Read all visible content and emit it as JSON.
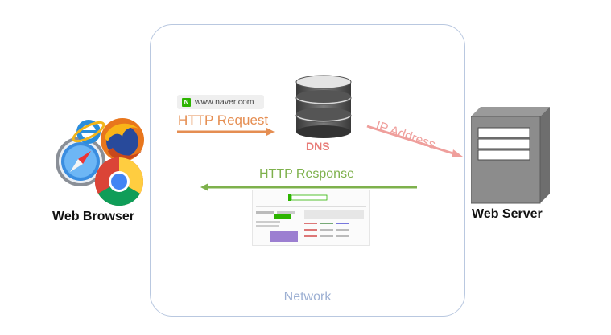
{
  "network": {
    "label": "Network",
    "border_color": "#b9c8e0",
    "label_color": "#9db0d3"
  },
  "browser": {
    "label": "Web Browser",
    "icons": [
      "internet-explorer-icon",
      "firefox-icon",
      "safari-icon",
      "chrome-icon"
    ]
  },
  "request": {
    "url": "www.naver.com",
    "url_badge": "N",
    "label": "HTTP Request",
    "color": "#e58e52"
  },
  "dns": {
    "label": "DNS",
    "color": "#e87c78"
  },
  "ip": {
    "label": "IP Address",
    "color": "#ef9f9c"
  },
  "response": {
    "label": "HTTP Response",
    "color": "#7eb14c"
  },
  "server": {
    "label": "Web Server"
  }
}
